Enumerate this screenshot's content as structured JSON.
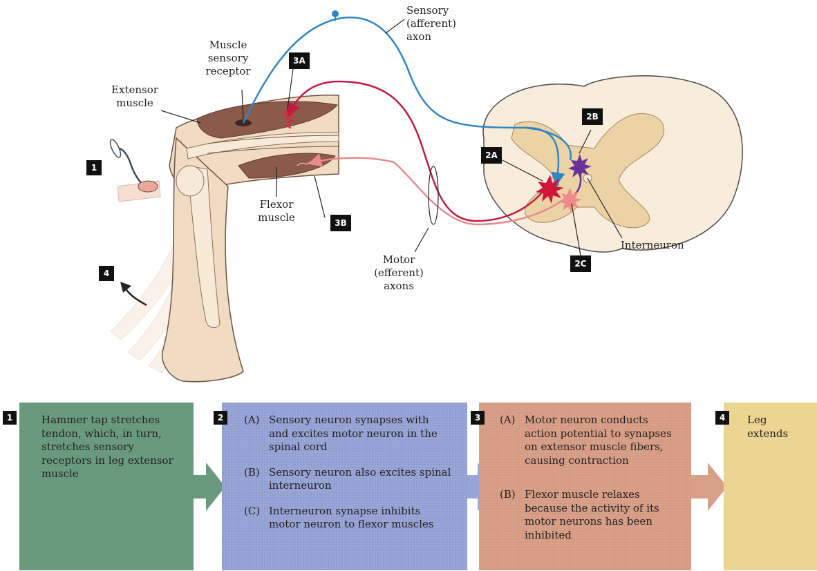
{
  "labels": {
    "sensory_axon": "Sensory (afferent) axon",
    "muscle_receptor": "Muscle sensory receptor",
    "extensor_muscle": "Extensor muscle",
    "flexor_muscle": "Flexor muscle",
    "motor_axons": "Motor (efferent) axons",
    "interneuron": "Interneuron"
  },
  "badges": {
    "b1": "1",
    "b2a": "2A",
    "b2b": "2B",
    "b2c": "2C",
    "b3a": "3A",
    "b3b": "3B",
    "b4": "4"
  },
  "steps": {
    "s1": {
      "num": "1",
      "text": "Hammer tap stretches tendon, which, in turn, stretches sensory receptors in leg extensor muscle"
    },
    "s2": {
      "num": "2",
      "a_mark": "(A)",
      "a_text": "Sensory neuron synapses with and excites motor neuron in the spinal cord",
      "b_mark": "(B)",
      "b_text": "Sensory neuron also excites spinal interneuron",
      "c_mark": "(C)",
      "c_text": "Interneuron synapse inhibits motor neuron to flexor muscles"
    },
    "s3": {
      "num": "3",
      "a_mark": "(A)",
      "a_text": "Motor neuron conducts action potential to synapses on extensor muscle fibers, causing contraction",
      "b_mark": "(B)",
      "b_text": "Flexor muscle relaxes because the activity of its motor neurons has been inhibited"
    },
    "s4": {
      "num": "4",
      "text": "Leg extends"
    }
  },
  "colors": {
    "sensory": "#2f86c6",
    "motor_extensor": "#c41a42",
    "motor_flexor": "#e98c8c",
    "interneuron": "#6a3296",
    "skin": "#f1dcc3",
    "muscle": "#8c5a4a",
    "spinal_gray": "#ebd3a6",
    "spinal_white": "#f8ecdb",
    "step1": "#6a9a7d",
    "step2": "#98a5d6",
    "step3": "#d9a089",
    "step4": "#ecd592"
  }
}
